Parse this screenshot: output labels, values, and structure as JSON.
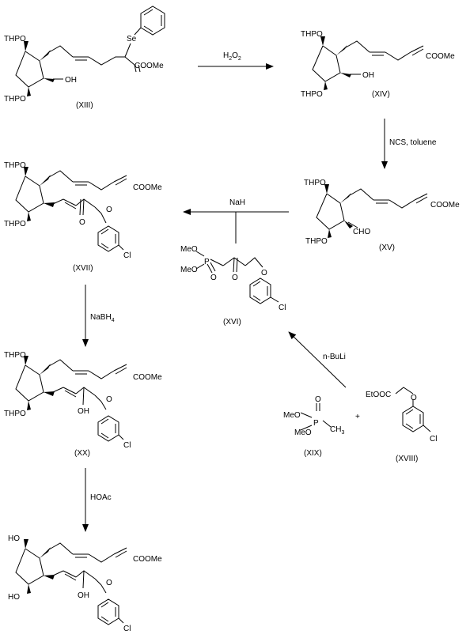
{
  "compounds": [
    {
      "id": "XIII",
      "label": "(XIII)",
      "atoms": {
        "p1": "THPO",
        "p2": "THPO",
        "oh": "OH",
        "se": "Se",
        "ester": "COOMe"
      }
    },
    {
      "id": "XIV",
      "label": "(XIV)",
      "atoms": {
        "p1": "THPO",
        "p2": "THPO",
        "oh": "OH",
        "ester": "COOMe"
      }
    },
    {
      "id": "XV",
      "label": "(XV)",
      "atoms": {
        "p1": "THPO",
        "p2": "THPO",
        "cho": "CHO",
        "ester": "COOMe"
      }
    },
    {
      "id": "XVII",
      "label": "(XVII)",
      "atoms": {
        "p1": "THPO",
        "p2": "THPO",
        "o": "O",
        "oe": "O",
        "cl": "Cl",
        "ester": "COOMe"
      }
    },
    {
      "id": "XVI",
      "label": "(XVI)",
      "atoms": {
        "meo1": "MeO",
        "meo2": "MeO",
        "p": "P",
        "po": "O",
        "o": "O",
        "oe": "O",
        "cl": "Cl"
      }
    },
    {
      "id": "XX",
      "label": "(XX)",
      "atoms": {
        "p1": "THPO",
        "p2": "THPO",
        "oh": "OH",
        "oe": "O",
        "cl": "Cl",
        "ester": "COOMe"
      }
    },
    {
      "id": "XIX",
      "label": "(XIX)",
      "atoms": {
        "meo1": "MeO",
        "meo2": "MeO",
        "p": "P",
        "po": "O",
        "ch3": "CH",
        "ch3sub": "3"
      }
    },
    {
      "id": "XVIII",
      "label": "(XVIII)",
      "atoms": {
        "etooc": "EtOOC",
        "oe": "O",
        "cl": "Cl"
      }
    },
    {
      "id": "final",
      "label": "",
      "atoms": {
        "p1": "HO",
        "p2": "HO",
        "oh": "OH",
        "oe": "O",
        "cl": "Cl",
        "ester": "COOMe"
      }
    }
  ],
  "reagents": {
    "h2o2": {
      "main": "H",
      "sub1": "2",
      "mid": "O",
      "sub2": "2"
    },
    "ncs": "NCS, toluene",
    "nah": "NaH",
    "nabh4": {
      "main": "NaBH",
      "sub": "4"
    },
    "nbuli": "n-BuLi",
    "hoac": "HOAc",
    "plus": "+"
  }
}
